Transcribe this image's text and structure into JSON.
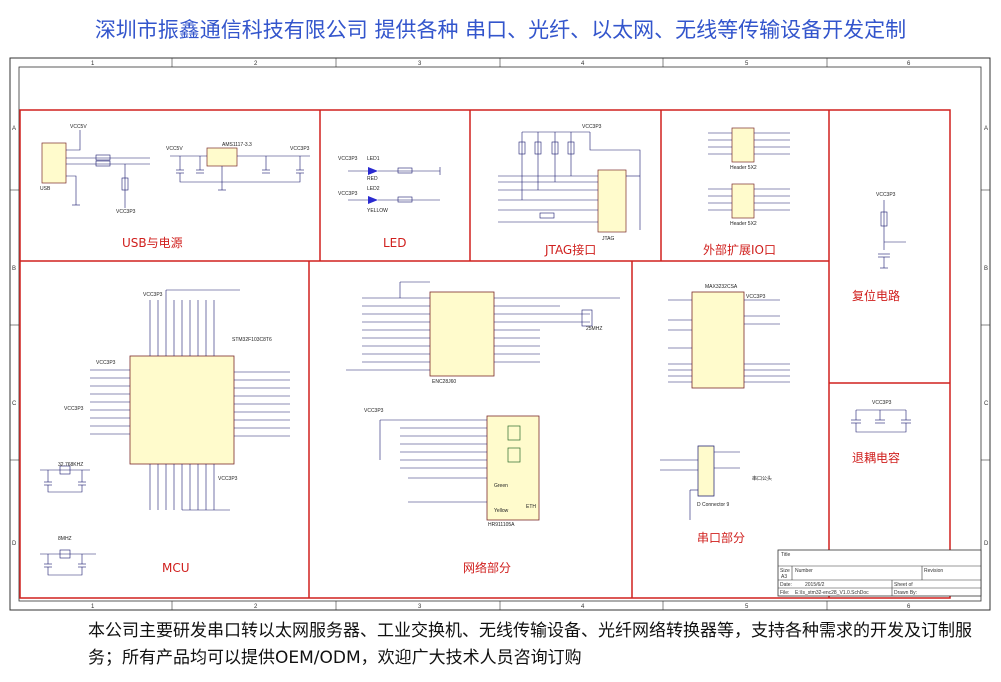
{
  "header": {
    "title": "深圳市振鑫通信科技有限公司 提供各种 串口、光纤、以太网、无线等传输设备开发定制"
  },
  "footer": {
    "text": "本公司主要研发串口转以太网服务器、工业交换机、无线传输设备、光纤网络转换器等，支持各种需求的开发及订制服务；所有产品均可以提供OEM/ODM，欢迎广大技术人员咨询订购"
  },
  "sections": {
    "usb": "USB与电源",
    "led": "LED",
    "jtag": "JTAG接口",
    "ext": "外部扩展IO口",
    "reset": "复位电路",
    "decouple": "退耦电容",
    "mcu": "MCU",
    "network": "网络部分",
    "serial": "串口部分",
    "serial_head": "串口公头"
  },
  "ruler": {
    "cols": [
      "1",
      "2",
      "3",
      "4",
      "5",
      "6"
    ],
    "rows": [
      "A",
      "B",
      "C",
      "D"
    ]
  },
  "parts": {
    "u1": "STM32F103C8T6",
    "u3": "ENC28J60",
    "u4": "AMS1117-3.3",
    "u2": "MAX3232CSA",
    "j3": "HR911105A",
    "j2": "D Connector 9",
    "p1": "JTAG",
    "p2": "Header 5X2",
    "p3": "Header 5X2",
    "j1": "USB",
    "led1": "LED1",
    "led2": "LED2",
    "red": "RED",
    "yellow": "YELLOW",
    "y1": "25MHZ",
    "y2": "32.768KHZ",
    "y3": "8MHZ",
    "eth": "ETH",
    "green": "Green",
    "yellow_led": "Yellow",
    "vcc5v": "VCC5V",
    "vcc3p3": "VCC3P3"
  },
  "title_block": {
    "title_label": "Title",
    "size_label": "Size",
    "size": "A3",
    "number_label": "Number",
    "revision_label": "Revision",
    "date_label": "Date:",
    "date": "2015/6/2",
    "sheet_label": "Sheet of",
    "file_label": "File:",
    "file": "E:\\Is_stm32-enc28_V1.0.SchDoc",
    "drawn_label": "Drawn By:"
  },
  "colors": {
    "banner": "#3355cc",
    "section_border": "#d0201e",
    "wire": "#1a1a6e",
    "part_fill": "#fffbcc"
  }
}
